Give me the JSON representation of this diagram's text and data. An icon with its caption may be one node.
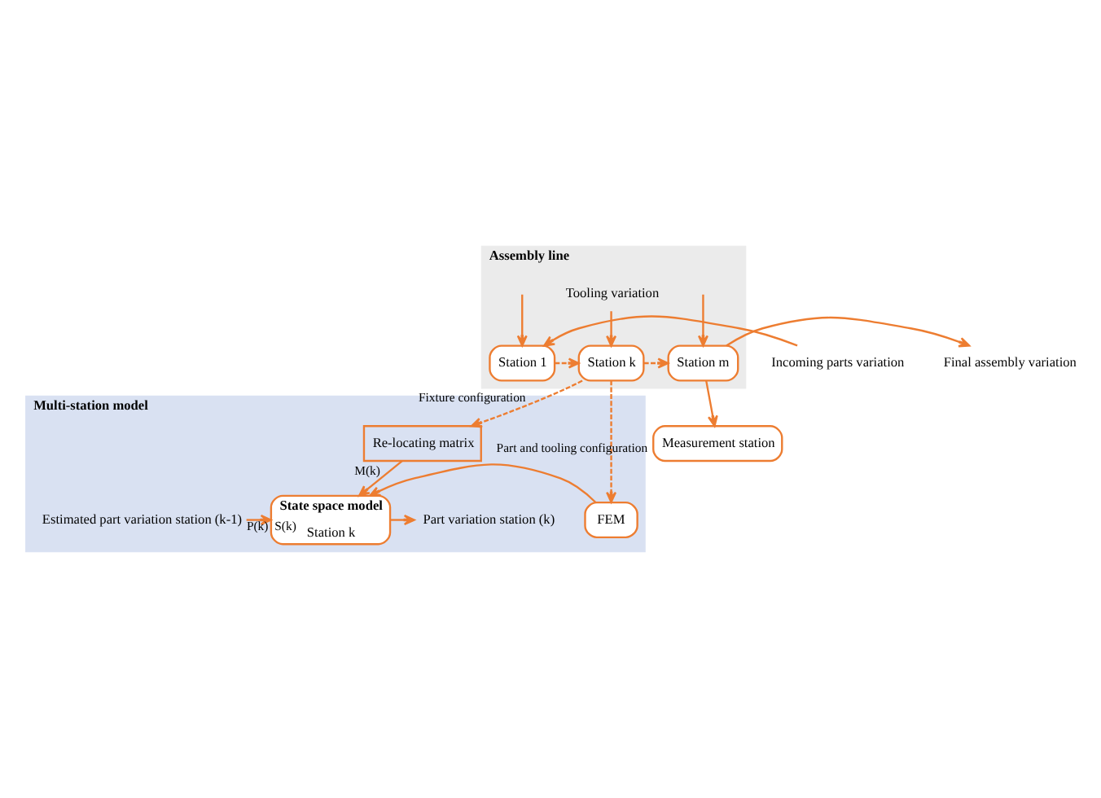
{
  "diagram": {
    "nodes": [
      {
        "text": [
          "Assembly line"
        ]
      },
      {
        "text": [
          "Station 1"
        ],
        "in": 0
      },
      {
        "text": [
          "Station k"
        ],
        "in": 0
      },
      {
        "text": [
          "Station m"
        ],
        "in": 0
      },
      {
        "text": [
          "Tooling variation"
        ],
        "in": 0
      },
      {
        "text": [
          "Incoming parts variation"
        ]
      },
      {
        "text": [
          "Final assembly variation"
        ]
      },
      {
        "text": [
          "Measurement station"
        ]
      },
      {
        "text": [
          "Multi-station model"
        ]
      },
      {
        "text": [
          "Re-locating matrix"
        ],
        "in": 8
      },
      {
        "text": [
          "FEM"
        ],
        "in": 8
      },
      {
        "text": [
          "State space model",
          "Station k"
        ],
        "in": 8
      },
      {
        "text": [
          "Part variation station (k)"
        ],
        "in": 8
      },
      {
        "text": [
          "Estimated part variation station (k-1)"
        ],
        "in": 8
      }
    ],
    "edges": [
      {
        "from": 5,
        "to": 1,
        "arrow": "to"
      },
      {
        "from": 1,
        "to": 2,
        "arrow": "to",
        "style": "dashed"
      },
      {
        "from": 2,
        "to": 3,
        "arrow": "to",
        "style": "dashed"
      },
      {
        "from": null,
        "to": 1,
        "arrow": "to"
      },
      {
        "from": 4,
        "to": 2,
        "arrow": "to"
      },
      {
        "from": null,
        "to": 3,
        "arrow": "to"
      },
      {
        "from": 3,
        "to": 6,
        "arrow": "to"
      },
      {
        "from": 3,
        "to": 7,
        "arrow": "to"
      },
      {
        "from": 2,
        "to": 10,
        "arrow": "to",
        "style": "dashed",
        "label": "Part and tooling configuration"
      },
      {
        "from": 2,
        "to": 9,
        "arrow": "to",
        "style": "dashed",
        "label": "Fixture configuration"
      },
      {
        "from": 9,
        "to": 11,
        "arrow": "to",
        "label": "M(k)"
      },
      {
        "from": 10,
        "to": 11,
        "arrow": "to"
      },
      {
        "from": 13,
        "to": 11,
        "arrow": "to",
        "label": "P(k)  S(k)"
      },
      {
        "from": 11,
        "to": 12,
        "arrow": "to"
      }
    ]
  }
}
